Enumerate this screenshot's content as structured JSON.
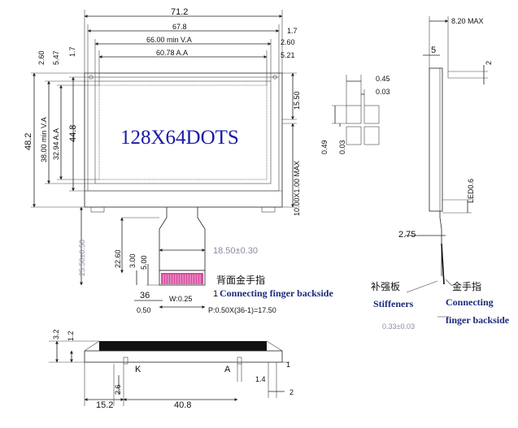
{
  "front": {
    "title": "128X64DOTS",
    "top_dims": [
      "71.2",
      "67.8",
      "66.00 min V.A",
      "60.78 A.A",
      "1.7",
      "2.60",
      "5.21"
    ],
    "left_dims": [
      "2.60",
      "5.47",
      "1.7",
      "48.2",
      "38.00 min V.A",
      "32.94 A.A",
      "44.8"
    ],
    "right_dims": [
      "15.50",
      "10.00X1.00 MAX"
    ],
    "fpc_dims": [
      "25.50±0.50",
      "22.60",
      "3.00",
      "5.00",
      "18.50±0.30",
      "36",
      "1",
      "W:0.25",
      "0.50",
      "P:0.50X(36-1)=17.50"
    ],
    "connector_cn": "背面金手指",
    "connector_en": "Connecting finger backside"
  },
  "pixel": {
    "dims": [
      "0.45",
      "0.03",
      "0.49",
      "0.03"
    ]
  },
  "side": {
    "dims": [
      "8.20 MAX",
      "5",
      "2",
      "LED0.6",
      "2.75",
      "0.33±0.03"
    ],
    "stiffener_cn": "补强板",
    "stiffener_en": "Stiffeners",
    "finger_cn": "金手指",
    "finger_en": "Connecting finger backside"
  },
  "bottom": {
    "dims": [
      "3.2",
      "1.2",
      "K",
      "A",
      "1",
      "1.4",
      "2",
      "2.6",
      "15.2",
      "40.8"
    ]
  }
}
